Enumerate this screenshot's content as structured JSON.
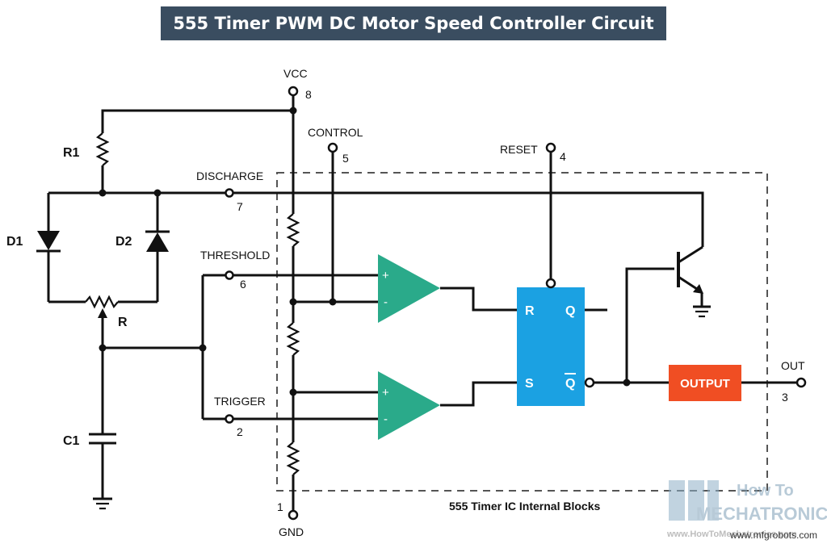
{
  "title": "555 Timer PWM DC Motor Speed Controller Circuit",
  "pins": {
    "vcc": {
      "name": "VCC",
      "num": "8"
    },
    "control": {
      "name": "CONTROL",
      "num": "5"
    },
    "reset": {
      "name": "RESET",
      "num": "4"
    },
    "discharge": {
      "name": "DISCHARGE",
      "num": "7"
    },
    "threshold": {
      "name": "THRESHOLD",
      "num": "6"
    },
    "trigger": {
      "name": "TRIGGER",
      "num": "2"
    },
    "out": {
      "name": "OUT",
      "num": "3"
    },
    "gnd": {
      "name": "GND",
      "num": "1"
    }
  },
  "components": {
    "r1": "R1",
    "d1": "D1",
    "d2": "D2",
    "r": "R",
    "c1": "C1"
  },
  "comparators": {
    "plus": "+",
    "minus": "-"
  },
  "flipflop": {
    "r": "R",
    "s": "S",
    "q": "Q",
    "q_bar": "Q"
  },
  "output_block": "OUTPUT",
  "ic_label": "555 Timer IC Internal Blocks",
  "watermark": {
    "line1": "How To",
    "line2": "MECHATRONICS",
    "url": "www.HowToMechatronics.com",
    "site": "www.mfgrobots.com"
  },
  "colors": {
    "title_bg": "#3a4d60",
    "comparator": "#2aaa8a",
    "flipflop": "#1ba1e2",
    "output": "#f04e23"
  }
}
